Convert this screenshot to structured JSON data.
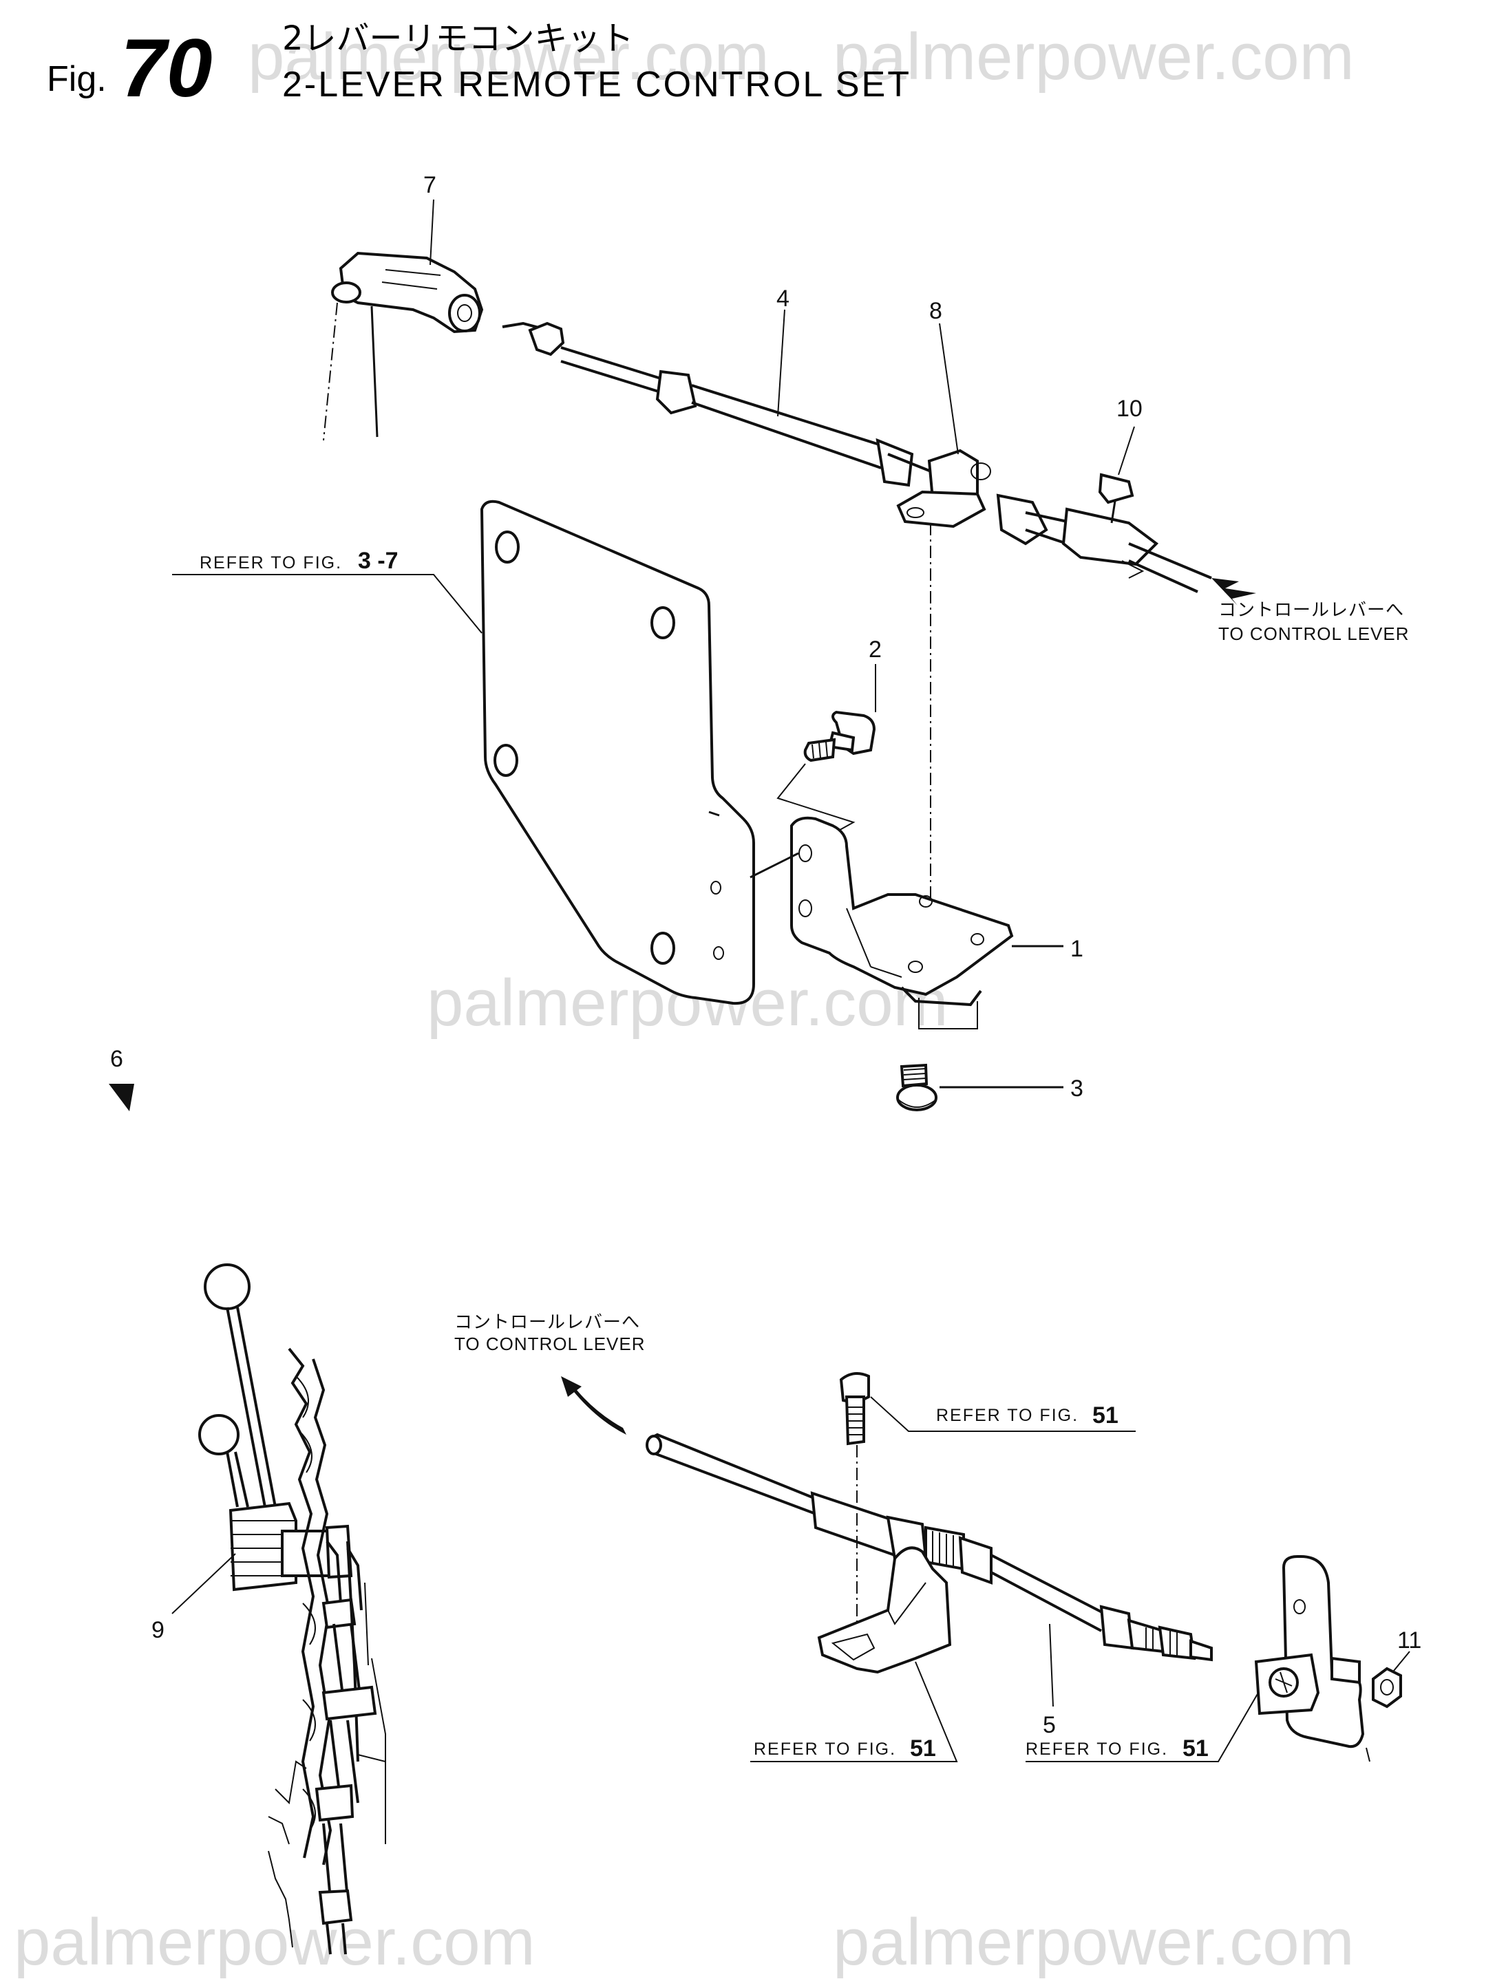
{
  "header": {
    "fig_prefix": "Fig.",
    "fig_number": "70",
    "title_jp": "2レバーリモコンキット",
    "title_en": "2-LEVER REMOTE CONTROL SET"
  },
  "watermark": "palmerpower.com",
  "callouts": {
    "c1": "1",
    "c2": "2",
    "c3": "3",
    "c4": "4",
    "c5": "5",
    "c6": "6",
    "c7": "7",
    "c8": "8",
    "c9": "9",
    "c10": "10",
    "c11": "11"
  },
  "refs": {
    "top_plate": {
      "text": "REFER TO FIG.",
      "num": "3 -7"
    },
    "bolt": {
      "text": "REFER TO FIG.",
      "num": "51"
    },
    "bracket": {
      "text": "REFER TO FIG.",
      "num": "51"
    },
    "plate": {
      "text": "REFER TO FIG.",
      "num": "51"
    }
  },
  "direction_top": {
    "jp": "コントロールレバーへ",
    "en": "TO CONTROL LEVER"
  },
  "direction_bottom": {
    "jp": "コントロールレバーへ",
    "en": "TO CONTROL LEVER"
  }
}
